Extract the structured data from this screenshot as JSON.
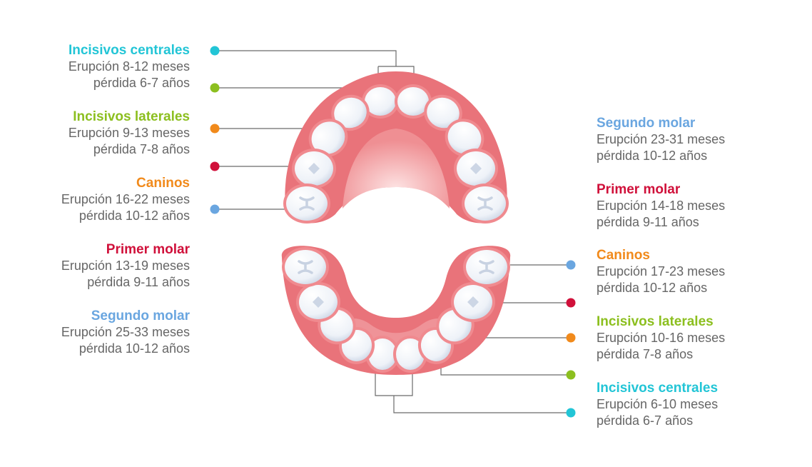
{
  "colors": {
    "incisivos_centrales": "#22c5d6",
    "incisivos_laterales": "#8cbf1f",
    "caninos": "#f18a1b",
    "primer_molar": "#d0103a",
    "segundo_molar": "#6aa6e0",
    "gum": "#e9737a",
    "gum_light": "#f4a9ac",
    "tooth": "#f7f9fc",
    "tooth_shadow": "#c8d2e2",
    "line": "#6b6b6b"
  },
  "upper": {
    "items": [
      {
        "title": "Incisivos centrales",
        "color_key": "incisivos_centrales",
        "erupcion": "Erupción 8-12 meses",
        "perdida": "pérdida 6-7 años"
      },
      {
        "title": "Incisivos laterales",
        "color_key": "incisivos_laterales",
        "erupcion": "Erupción 9-13 meses",
        "perdida": "pérdida 7-8 años"
      },
      {
        "title": "Caninos",
        "color_key": "caninos",
        "erupcion": "Erupción 16-22 meses",
        "perdida": "pérdida 10-12 años"
      },
      {
        "title": "Primer molar",
        "color_key": "primer_molar",
        "erupcion": "Erupción 13-19 meses",
        "perdida": "pérdida 9-11 años"
      },
      {
        "title": "Segundo molar",
        "color_key": "segundo_molar",
        "erupcion": "Erupción 25-33 meses",
        "perdida": "pérdida 10-12 años"
      }
    ]
  },
  "lower": {
    "items": [
      {
        "title": "Segundo molar",
        "color_key": "segundo_molar",
        "erupcion": "Erupción 23-31 meses",
        "perdida": "pérdida 10-12 años"
      },
      {
        "title": "Primer molar",
        "color_key": "primer_molar",
        "erupcion": "Erupción 14-18 meses",
        "perdida": "pérdida 9-11 años"
      },
      {
        "title": "Caninos",
        "color_key": "caninos",
        "erupcion": "Erupción 17-23 meses",
        "perdida": "pérdida 10-12 años"
      },
      {
        "title": "Incisivos laterales",
        "color_key": "incisivos_laterales",
        "erupcion": "Erupción 10-16 meses",
        "perdida": "pérdida 7-8 años"
      },
      {
        "title": "Incisivos centrales",
        "color_key": "incisivos_centrales",
        "erupcion": "Erupción 6-10 meses",
        "perdida": "pérdida 6-7 años"
      }
    ]
  }
}
